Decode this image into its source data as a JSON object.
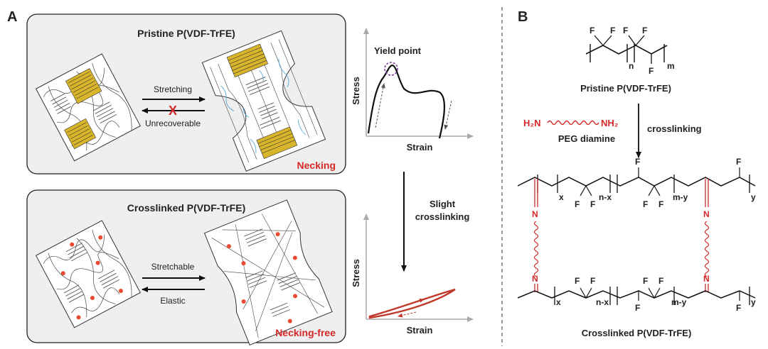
{
  "panel_a": {
    "letter": "A",
    "pristine_box": {
      "title": "Pristine P(VDF-TrFE)",
      "arrow_forward": "Stretching",
      "arrow_back": "Unrecoverable",
      "cross_mark": "X",
      "state": "Necking"
    },
    "crosslinked_box": {
      "title": "Crosslinked P(VDF-TrFE)",
      "arrow_forward": "Stretchable",
      "arrow_back": "Elastic",
      "state": "Necking-free"
    },
    "plot_top": {
      "ylabel": "Stress",
      "xlabel": "Strain",
      "annotation": "Yield point"
    },
    "transition": {
      "line1": "Slight",
      "line2": "crosslinking"
    },
    "plot_bottom": {
      "ylabel": "Stress",
      "xlabel": "Strain"
    }
  },
  "panel_b": {
    "letter": "B",
    "pristine_label": "Pristine P(VDF-TrFE)",
    "reagent_left": "H₂N",
    "reagent_right": "NH₂",
    "reagent_name": "PEG diamine",
    "reaction_label": "crosslinking",
    "product_label": "Crosslinked P(VDF-TrFE)",
    "atoms": {
      "F": "F",
      "N": "N"
    },
    "subscripts": {
      "n": "n",
      "m": "m",
      "x": "x",
      "nx": "n-x",
      "my": "m-y",
      "y": "y"
    }
  },
  "colors": {
    "accent_red": "#d62828",
    "crystal_yellow": "#d8b52a",
    "chain_blue": "#4aa3d8",
    "purple_circle": "#7b3fa0",
    "box_fill": "#efefef"
  }
}
